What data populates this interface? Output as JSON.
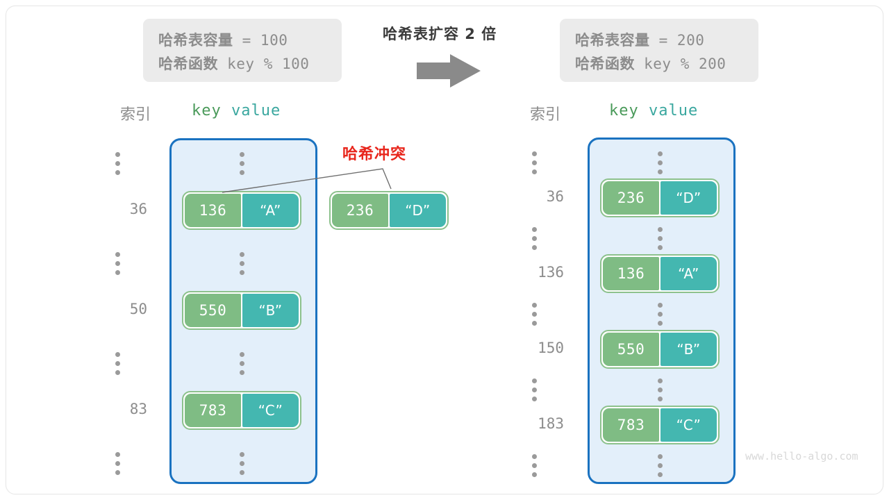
{
  "diagram": {
    "title": "哈希表扩容 2 倍",
    "watermark": "www.hello-algo.com",
    "collision_label": "哈希冲突",
    "arrow_icon": "right-arrow-icon",
    "colors": {
      "key_fill": "#7fbc84",
      "value_fill": "#44b7b0",
      "bucket_fill": "#e3effa",
      "bucket_border": "#1a72c0",
      "collision_red": "#e8261c",
      "info_box_bg": "#ebebeb",
      "arrow_gray": "#8a8a8a"
    }
  },
  "left_panel": {
    "info": {
      "capacity_label": "哈希表容量",
      "capacity_value": " = 100",
      "function_label": "哈希函数",
      "function_value": " key % 100"
    },
    "headers": {
      "index": "索引",
      "key": "key",
      "value": "value"
    },
    "rows": [
      {
        "type": "dots",
        "index": "⋮"
      },
      {
        "type": "entry",
        "index": "36",
        "key": "136",
        "value": "“A”"
      },
      {
        "type": "dots",
        "index": "⋮"
      },
      {
        "type": "entry",
        "index": "50",
        "key": "550",
        "value": "“B”"
      },
      {
        "type": "dots",
        "index": "⋮"
      },
      {
        "type": "entry",
        "index": "83",
        "key": "783",
        "value": "“C”"
      },
      {
        "type": "dots",
        "index": "⋮"
      }
    ],
    "colliding_entry": {
      "key": "236",
      "value": "“D”"
    }
  },
  "right_panel": {
    "info": {
      "capacity_label": "哈希表容量",
      "capacity_value": " = 200",
      "function_label": "哈希函数",
      "function_value": " key % 200"
    },
    "headers": {
      "index": "索引",
      "key": "key",
      "value": "value"
    },
    "rows": [
      {
        "type": "dots",
        "index": "⋮"
      },
      {
        "type": "entry",
        "index": "36",
        "key": "236",
        "value": "“D”"
      },
      {
        "type": "dots",
        "index": "⋮"
      },
      {
        "type": "entry",
        "index": "136",
        "key": "136",
        "value": "“A”"
      },
      {
        "type": "dots",
        "index": "⋮"
      },
      {
        "type": "entry",
        "index": "150",
        "key": "550",
        "value": "“B”"
      },
      {
        "type": "dots",
        "index": "⋮"
      },
      {
        "type": "entry",
        "index": "183",
        "key": "783",
        "value": "“C”"
      },
      {
        "type": "dots",
        "index": "⋮"
      }
    ]
  }
}
